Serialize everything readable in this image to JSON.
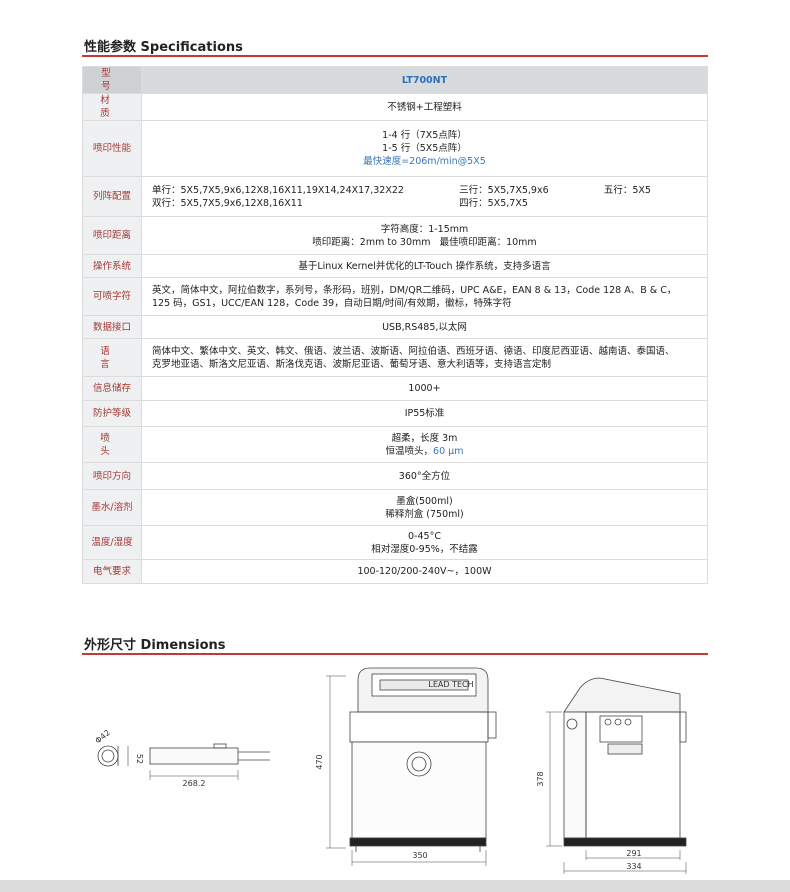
{
  "spec_section": {
    "title": "性能参数 Specifications"
  },
  "specs": {
    "model": {
      "label": "型 号",
      "value": "LT700NT"
    },
    "material": {
      "label": "材 质",
      "value": "不锈钢+工程塑料"
    },
    "print_performance": {
      "label": "喷印性能",
      "line1": "1-4 行（7X5点阵）",
      "line2": "1-5 行（5X5点阵）",
      "line3": "最快速度=206m/min@5X5"
    },
    "matrix": {
      "label": "列阵配置",
      "single": "单行：5X5,7X5,9x6,12X8,16X11,19X14,24X17,32X22",
      "double": "双行：5X5,7X5,9x6,12X8,16X11",
      "triple": "三行：5X5,7X5,9x6",
      "quad": "四行：5X5,7X5",
      "five": "五行：5X5"
    },
    "distance": {
      "label": "喷印距离",
      "line1": "字符高度：1-15mm",
      "line2": "喷印距离：2mm to 30mm   最佳喷印距离：10mm"
    },
    "os": {
      "label": "操作系统",
      "value": "基于Linux Kernel并优化的LT-Touch 操作系统，支持多语言"
    },
    "chars": {
      "label": "可喷字符",
      "line1": "英文，简体中文，阿拉伯数字，系列号，条形码，班别，DM/QR二维码，UPC A&E，EAN 8 & 13，Code 128 A、B & C，",
      "line2": "125 码，GS1，UCC/EAN 128，Code 39，自动日期/时间/有效期，徽标，特殊字符"
    },
    "interface": {
      "label": "数据接口",
      "value": "USB,RS485,以太网"
    },
    "language": {
      "label": "语 言",
      "line1": "简体中文、繁体中文、英文、韩文、俄语、波兰语、波斯语、阿拉伯语、西班牙语、德语、印度尼西亚语、越南语、泰国语、",
      "line2": "克罗地亚语、斯洛文尼亚语、斯洛伐克语、波斯尼亚语、葡萄牙语、意大利语等，支持语言定制"
    },
    "storage": {
      "label": "信息储存",
      "value": "1000+"
    },
    "protection": {
      "label": "防护等级",
      "value": "IP55标准"
    },
    "head": {
      "label": "喷 头",
      "line1": "超柔，长度 3m",
      "line2a": "恒温喷头，",
      "line2b": "60 μm"
    },
    "direction": {
      "label": "喷印方向",
      "value": "360°全方位"
    },
    "ink": {
      "label": "墨水/溶剂",
      "line1": "墨盒(500ml)",
      "line2": "稀释剂盒 (750ml)"
    },
    "env": {
      "label": "温度/湿度",
      "line1": "0-45°C",
      "line2": "相对湿度0-95%，不结露"
    },
    "power": {
      "label": "电气要求",
      "value": "100-120/200-240V~，100W"
    }
  },
  "dim_section": {
    "title": "外形尺寸 Dimensions"
  },
  "dimensions": {
    "head_diameter": "Φ42",
    "head_height": "52",
    "head_length": "268.2",
    "front_height": "470",
    "front_width": "350",
    "side_height": "378",
    "side_depth_inner": "291",
    "side_depth_outer": "334",
    "brand": "LEAD TECH"
  },
  "colors": {
    "accent_red": "#c8382f",
    "label_red": "#a33a36",
    "highlight_blue": "#3b74b5"
  }
}
